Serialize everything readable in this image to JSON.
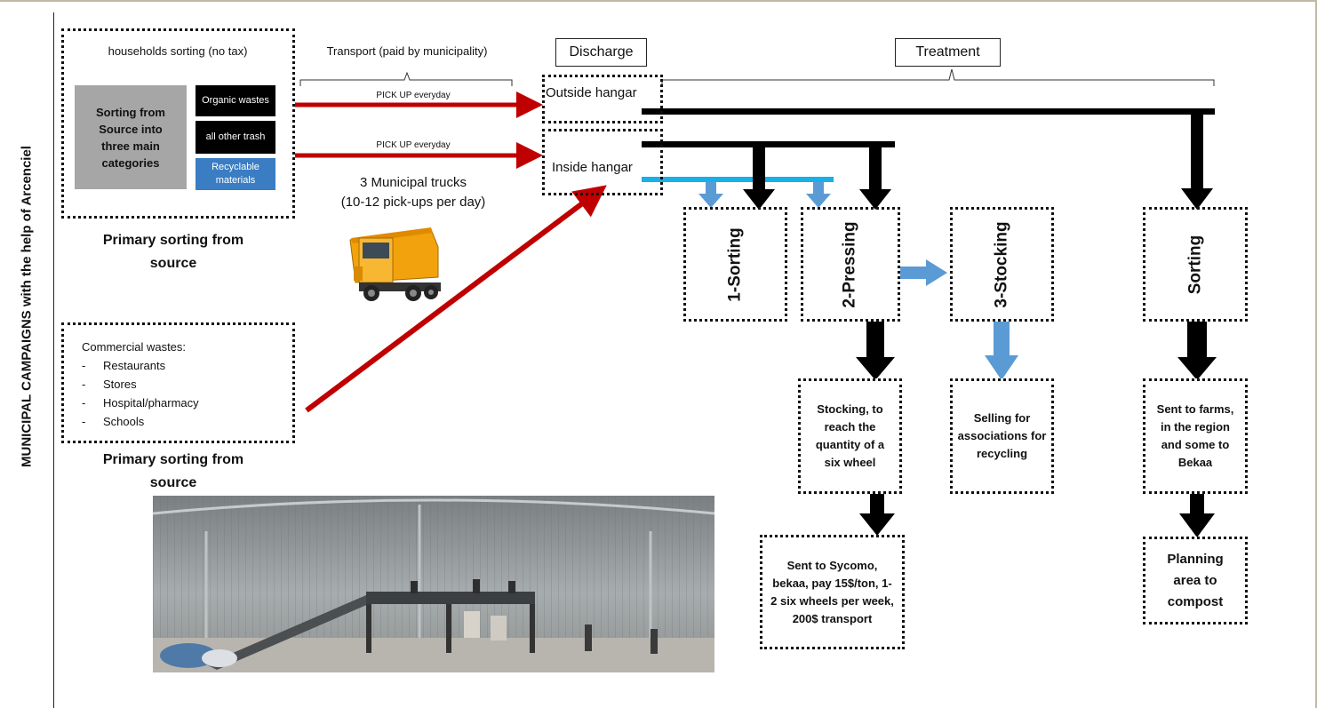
{
  "side_title": "MUNICIPAL CAMPAIGNS with the help of Arcenciel",
  "households": {
    "header": "households sorting (no tax)",
    "sorting_text": "Sorting from Source into three main categories",
    "categories": [
      {
        "label": "Organic wastes",
        "color": "#000000"
      },
      {
        "label": "all other trash",
        "color": "#000000"
      },
      {
        "label": "Recyclable materials",
        "color": "#3a7dc3"
      }
    ],
    "caption": "Primary sorting from source"
  },
  "commercial": {
    "header": "Commercial wastes:",
    "items": [
      "Restaurants",
      "Stores",
      "Hospital/pharmacy",
      "Schools"
    ],
    "caption": "Primary sorting from source"
  },
  "transport": {
    "header": "Transport (paid by municipality)",
    "pickup_1": "PICK UP everyday",
    "pickup_2": "PICK UP everyday",
    "trucks_line1": "3 Municipal trucks",
    "trucks_line2": "(10-12 pick-ups per day)"
  },
  "discharge": {
    "label": "Discharge",
    "outside": "Outside hangar",
    "inside": "Inside hangar"
  },
  "treatment": {
    "label": "Treatment",
    "step1": "1-Sorting",
    "step2": "2-Pressing",
    "step3": "3-Stocking",
    "sorting": "Sorting"
  },
  "outcomes": {
    "pressing_stock": "Stocking, to reach the quantity of a six wheel",
    "sycomo": "Sent to Sycomo, bekaa, pay 15$/ton, 1-2 six wheels per week, 200$ transport",
    "selling": "Selling for associations for recycling",
    "farms": "Sent to farms, in the region and some to Bekaa",
    "compost": "Planning area to compost"
  },
  "colors": {
    "red_arrow": "#c00000",
    "blue_arrow": "#5b9bd5",
    "cyan_line": "#17b0e8",
    "black": "#000000"
  },
  "icons": [
    "truck-icon",
    "hangar-photo"
  ]
}
